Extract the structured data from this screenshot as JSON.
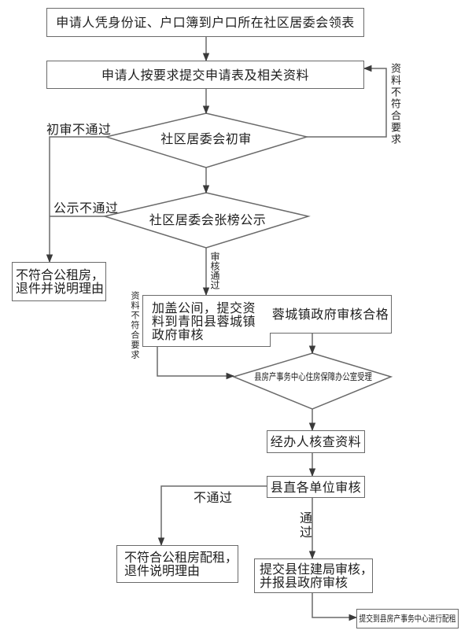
{
  "diagram": {
    "title": "公租房申请审核流程图",
    "nodes": {
      "collect_form": {
        "type": "process",
        "lines": [
          "申请人凭身份证、户口簿到户口所在社区居委会领表"
        ]
      },
      "submit_application": {
        "type": "process",
        "lines": [
          "申请人按要求提交申请表及相关资料"
        ]
      },
      "community_initial_review": {
        "type": "decision",
        "lines": [
          "社区居委会初审"
        ]
      },
      "community_public_notice": {
        "type": "decision",
        "lines": [
          "社区居委会张榜公示"
        ]
      },
      "reject_notice": {
        "type": "terminal",
        "lines": [
          "不符合公租房，",
          "退件并说明理由"
        ]
      },
      "stamp_submit_town": {
        "type": "process",
        "lines": [
          "加盖公间，提交资",
          "料到青阳县蓉城镇",
          "政府审核"
        ]
      },
      "town_review_pass": {
        "type": "process",
        "lines": [
          "蓉城镇政府审核合格"
        ]
      },
      "county_housing_office_accept": {
        "type": "decision",
        "lines": [
          "县房产事务中心住房保障办公室受理"
        ]
      },
      "officer_check": {
        "type": "process",
        "lines": [
          "经办人核查资料"
        ]
      },
      "county_units_review": {
        "type": "process",
        "lines": [
          "县直各单位审核"
        ]
      },
      "reject_allocation": {
        "type": "terminal",
        "lines": [
          "不符合公租房配租，",
          "退件说明理由"
        ]
      },
      "submit_bureau_gov": {
        "type": "process",
        "lines": [
          "提交县住建局审核，",
          "并报县政府审核"
        ]
      },
      "allocate_rent": {
        "type": "terminal",
        "lines": [
          "提交到县房产事务中心进行配租"
        ]
      }
    },
    "edge_labels": {
      "initial_fail": "初审不通过",
      "notice_fail": "公示不通过",
      "materials_noncompliant_right": "资料不符合要求",
      "review_pass": "审核通过",
      "materials_noncompliant_left": "资料不符合要求",
      "units_fail": "不通过",
      "units_pass": "通过"
    },
    "edges": [
      {
        "from": "collect_form",
        "to": "submit_application",
        "label": ""
      },
      {
        "from": "submit_application",
        "to": "community_initial_review",
        "label": ""
      },
      {
        "from": "community_initial_review",
        "to": "submit_application",
        "label": "资料不符合要求"
      },
      {
        "from": "community_initial_review",
        "to": "reject_notice",
        "label": "初审不通过"
      },
      {
        "from": "community_initial_review",
        "to": "community_public_notice",
        "label": ""
      },
      {
        "from": "community_public_notice",
        "to": "reject_notice",
        "label": "公示不通过"
      },
      {
        "from": "community_public_notice",
        "to": "stamp_submit_town",
        "label": "审核通过"
      },
      {
        "from": "stamp_submit_town",
        "to": "county_housing_office_accept",
        "label": "资料不符合要求"
      },
      {
        "from": "town_review_pass",
        "to": "county_housing_office_accept",
        "label": ""
      },
      {
        "from": "county_housing_office_accept",
        "to": "officer_check",
        "label": ""
      },
      {
        "from": "officer_check",
        "to": "county_units_review",
        "label": ""
      },
      {
        "from": "county_units_review",
        "to": "reject_allocation",
        "label": "不通过"
      },
      {
        "from": "county_units_review",
        "to": "submit_bureau_gov",
        "label": "通过"
      },
      {
        "from": "submit_bureau_gov",
        "to": "allocate_rent",
        "label": ""
      }
    ],
    "colors": {
      "stroke": "#6a6a6a",
      "text": "#1e1e1e",
      "background": "#ffffff"
    }
  }
}
